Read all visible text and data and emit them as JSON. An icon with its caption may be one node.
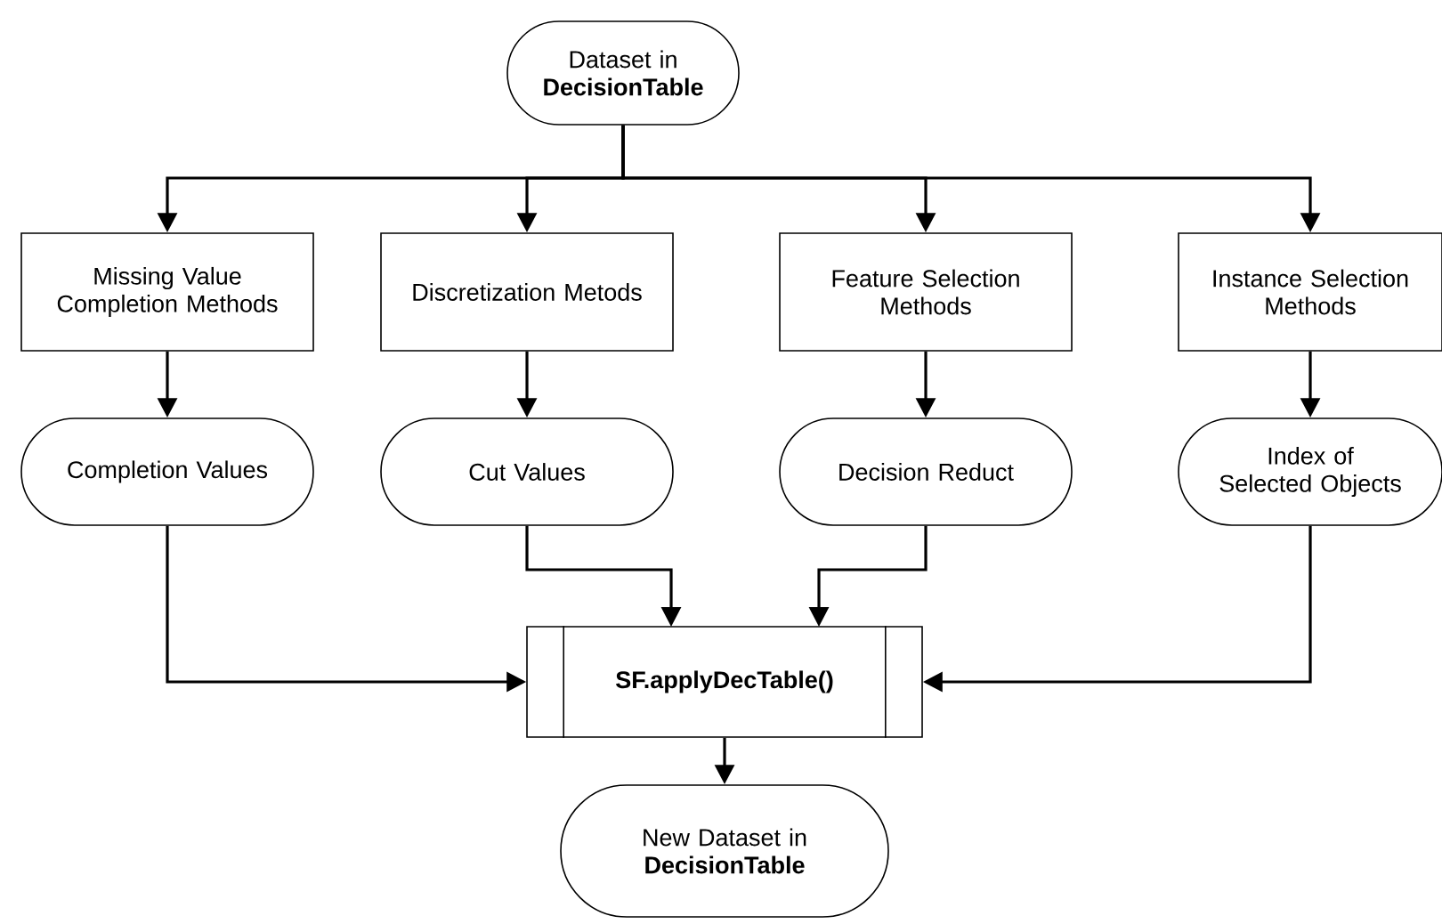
{
  "diagram": {
    "nodes": [
      {
        "text": [
          "Dataset in **DecisionTable**"
        ]
      },
      {
        "text": [
          "Missing Value Completion Methods"
        ]
      },
      {
        "text": [
          "Discretization Metods"
        ]
      },
      {
        "text": [
          "Feature Selection Methods"
        ]
      },
      {
        "text": [
          "Instance Selection Methods"
        ]
      },
      {
        "text": [
          "Completion Values"
        ]
      },
      {
        "text": [
          "Cut Values"
        ]
      },
      {
        "text": [
          "Decision Reduct"
        ]
      },
      {
        "text": [
          "Index of Selected Objects"
        ]
      },
      {
        "text": [
          "SF.applyDecTable()"
        ]
      },
      {
        "text": [
          "New Dataset in **DecisionTable**"
        ]
      }
    ],
    "edges": [
      {
        "from": 0,
        "to": 1,
        "arrow": "to"
      },
      {
        "from": 0,
        "to": 2,
        "arrow": "to"
      },
      {
        "from": 0,
        "to": 3,
        "arrow": "to"
      },
      {
        "from": 0,
        "to": 4,
        "arrow": "to"
      },
      {
        "from": 1,
        "to": 5,
        "arrow": "to"
      },
      {
        "from": 2,
        "to": 6,
        "arrow": "to"
      },
      {
        "from": 3,
        "to": 7,
        "arrow": "to"
      },
      {
        "from": 4,
        "to": 8,
        "arrow": "to"
      },
      {
        "from": 5,
        "to": 9,
        "arrow": "to"
      },
      {
        "from": 6,
        "to": 9,
        "arrow": "to"
      },
      {
        "from": 7,
        "to": 9,
        "arrow": "to"
      },
      {
        "from": 8,
        "to": 9,
        "arrow": "to"
      },
      {
        "from": 9,
        "to": 10,
        "arrow": "to"
      }
    ]
  }
}
